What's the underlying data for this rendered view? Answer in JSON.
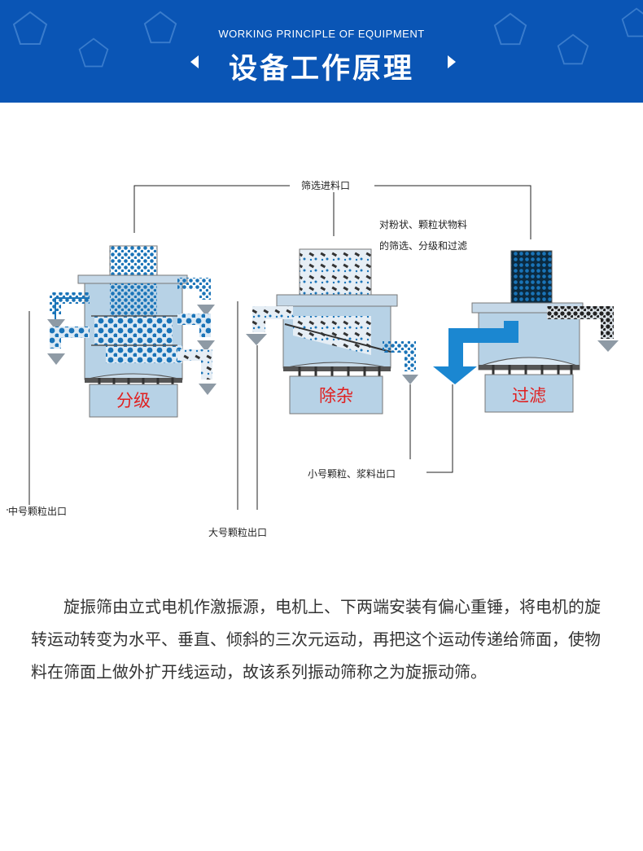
{
  "header": {
    "subtitle_en": "WORKING PRINCIPLE OF EQUIPMENT",
    "title_cn": "设备工作原理"
  },
  "diagram": {
    "labels": {
      "feed_inlet": "筛选进料口",
      "materials_line1": "对粉状、颗粒状物料",
      "materials_line2": "的筛选、分级和过滤",
      "medium_outlet": "中号颗粒出口",
      "large_outlet": "大号颗粒出口",
      "small_outlet": "小号颗粒、浆料出口"
    },
    "machines": [
      {
        "label": "分级"
      },
      {
        "label": "除杂"
      },
      {
        "label": "过滤"
      }
    ],
    "colors": {
      "machine_fill": "#b7d2e6",
      "particle": "#1a74b8",
      "flow": "#1b87d1",
      "label_red": "#e02020",
      "dark": "#222222"
    }
  },
  "description": "旋振筛由立式电机作激振源，电机上、下两端安装有偏心重锤，将电机的旋转运动转变为水平、垂直、倾斜的三次元运动，再把这个运动传递给筛面，使物料在筛面上做外扩开线运动，故该系列振动筛称之为旋振动筛。"
}
